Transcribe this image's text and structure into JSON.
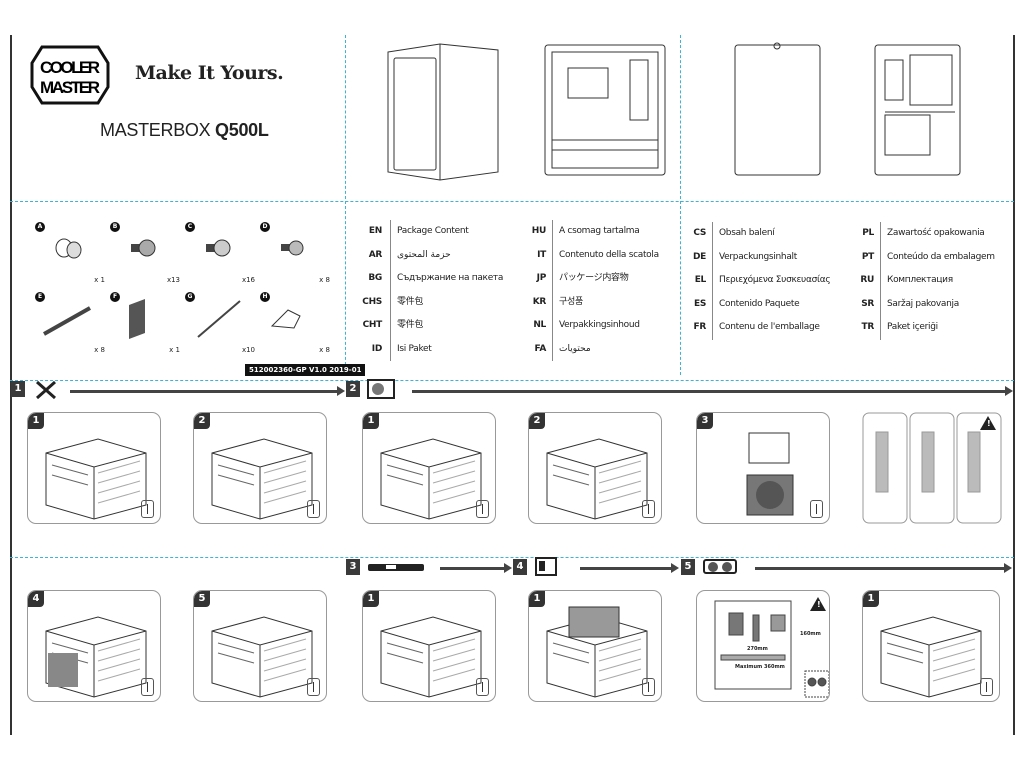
{
  "brand": {
    "logo_text": "COOLER MASTER",
    "slogan": "Make It Yours.",
    "model_prefix": "MASTERBOX",
    "model_name": "Q500L"
  },
  "parts": [
    {
      "label": "A",
      "qty": "x 1"
    },
    {
      "label": "B",
      "qty": "x13"
    },
    {
      "label": "C",
      "qty": "x16"
    },
    {
      "label": "D",
      "qty": "x 8"
    },
    {
      "label": "E",
      "qty": "x 8"
    },
    {
      "label": "F",
      "qty": "x 1"
    },
    {
      "label": "G",
      "qty": "x10"
    },
    {
      "label": "H",
      "qty": "x 8"
    }
  ],
  "version": "512002360-GP V1.0 2019-01",
  "languages_left": [
    {
      "code": "EN",
      "text": "Package Content"
    },
    {
      "code": "AR",
      "text": "حزمة المحتوى"
    },
    {
      "code": "BG",
      "text": "Съдържание на пакета"
    },
    {
      "code": "CHS",
      "text": "零件包"
    },
    {
      "code": "CHT",
      "text": "零件包"
    },
    {
      "code": "ID",
      "text": "Isi Paket"
    }
  ],
  "languages_mid": [
    {
      "code": "HU",
      "text": "A csomag tartalma"
    },
    {
      "code": "IT",
      "text": "Contenuto della scatola"
    },
    {
      "code": "JP",
      "text": "パッケージ内容物"
    },
    {
      "code": "KR",
      "text": "구성품"
    },
    {
      "code": "NL",
      "text": "Verpakkingsinhoud"
    },
    {
      "code": "FA",
      "text": "محتویات"
    }
  ],
  "languages_right1": [
    {
      "code": "CS",
      "text": "Obsah balení"
    },
    {
      "code": "DE",
      "text": "Verpackungsinhalt"
    },
    {
      "code": "EL",
      "text": "Περιεχόμενα Συσκευασίας"
    },
    {
      "code": "ES",
      "text": "Contenido Paquete"
    },
    {
      "code": "FR",
      "text": "Contenu de l'emballage"
    }
  ],
  "languages_right2": [
    {
      "code": "PL",
      "text": "Zawartość opakowania"
    },
    {
      "code": "PT",
      "text": "Conteúdo da embalagem"
    },
    {
      "code": "RU",
      "text": "Комплектация"
    },
    {
      "code": "SR",
      "text": "Saržaj pakovanja"
    },
    {
      "code": "TR",
      "text": "Paket içeriği"
    }
  ],
  "steps": [
    {
      "num": "1",
      "icon": "tools-icon"
    },
    {
      "num": "2",
      "icon": "psu-icon"
    },
    {
      "num": "3",
      "icon": "io-panel-icon"
    },
    {
      "num": "4",
      "icon": "motherboard-icon"
    },
    {
      "num": "5",
      "icon": "gpu-icon"
    }
  ],
  "panels": {
    "p1": "1",
    "p2": "2",
    "p3": "1",
    "p4": "2",
    "p5": "3",
    "p6": "4",
    "p7": "5",
    "p8": "1",
    "p9": "1",
    "p10": "1"
  },
  "dimensions": {
    "psu": "160mm",
    "mb": "270mm",
    "gpu": "Maximum 360mm"
  },
  "warning_symbol": "!"
}
